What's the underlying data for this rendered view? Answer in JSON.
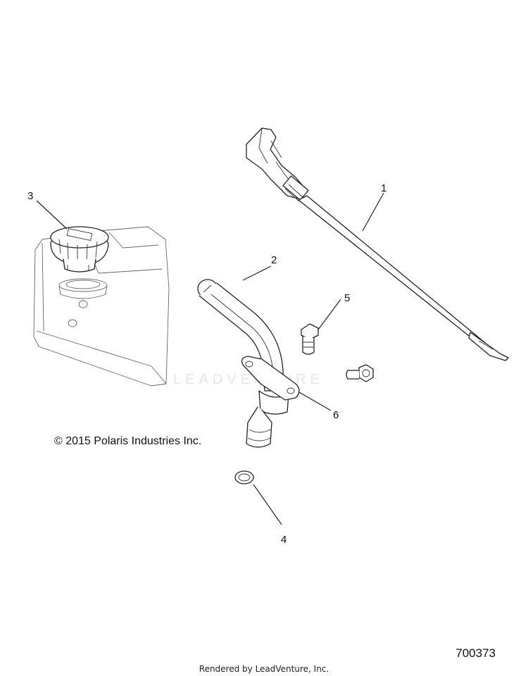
{
  "copyright": "© 2015 Polaris Industries Inc.",
  "diagram_id": "700373",
  "rendered_by": "Rendered by LeadVenture, Inc.",
  "watermark": "LEADVENTURE",
  "callouts": [
    "1",
    "2",
    "3",
    "4",
    "5",
    "6"
  ]
}
